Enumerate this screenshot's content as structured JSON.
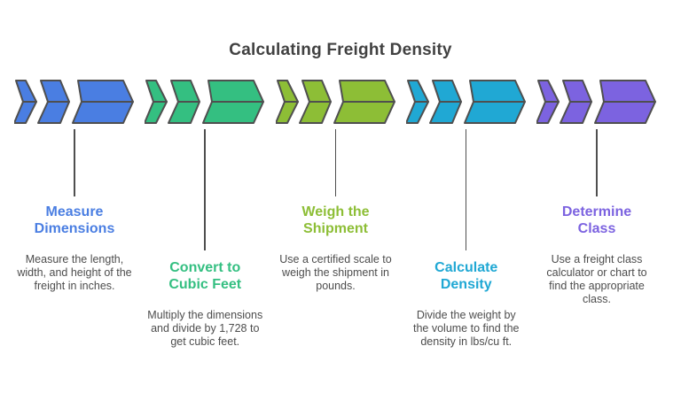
{
  "title": "Calculating Freight Density",
  "colors": {
    "outline": "#4f4f4f",
    "heading_text": "#414141",
    "body_text": "#4d4d4d",
    "step_blue": "#4A7EE2",
    "step_green": "#34BF81",
    "step_olive": "#8DBE36",
    "step_cyan": "#20A8D4",
    "step_purple": "#7C63E0"
  },
  "steps": [
    {
      "id": "measure-dimensions",
      "color": "#4A7EE2",
      "position": "high",
      "title_lines": {
        "0": "Measure",
        "1": "Dimensions"
      },
      "description": "Measure the length, width, and height of the freight in inches."
    },
    {
      "id": "convert-to-cubic-feet",
      "color": "#34BF81",
      "position": "low",
      "title_lines": {
        "0": "Convert to",
        "1": "Cubic Feet"
      },
      "description": "Multiply the dimensions and divide by 1,728 to get cubic feet."
    },
    {
      "id": "weigh-the-shipment",
      "color": "#8DBE36",
      "position": "high",
      "title_lines": {
        "0": "Weigh the",
        "1": "Shipment"
      },
      "description": "Use a certified scale to weigh the shipment in pounds."
    },
    {
      "id": "calculate-density",
      "color": "#20A8D4",
      "position": "low",
      "title_lines": {
        "0": "Calculate",
        "1": "Density"
      },
      "description": "Divide the weight by the volume to find the density in lbs/cu ft."
    },
    {
      "id": "determine-class",
      "color": "#7C63E0",
      "position": "high",
      "title_lines": {
        "0": "Determine",
        "1": "Class"
      },
      "description": "Use a freight class calculator or chart to find the appropriate class."
    }
  ]
}
